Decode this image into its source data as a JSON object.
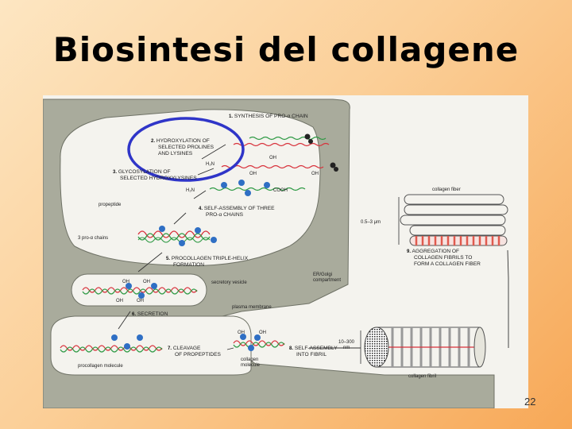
{
  "slide": {
    "title": "Biosintesi del collagene",
    "page_number": "22"
  },
  "diagram": {
    "steps": [
      {
        "num": "1.",
        "text": "SYNTHESIS OF PRO-α CHAIN"
      },
      {
        "num": "2.",
        "lines": [
          "HYDROXYLATION OF",
          "SELECTED PROLINES",
          "AND LYSINES"
        ]
      },
      {
        "num": "3.",
        "lines": [
          "GLYCOSYLATION OF",
          "SELECTED HYDROXYLYSINES"
        ]
      },
      {
        "num": "4.",
        "lines": [
          "SELF-ASSEMBLY OF THREE",
          "PRO-α CHAINS"
        ]
      },
      {
        "num": "5.",
        "lines": [
          "PROCOLLAGEN TRIPLE-HELIX",
          "FORMATION"
        ]
      },
      {
        "num": "6.",
        "text": "SECRETION"
      },
      {
        "num": "7.",
        "lines": [
          "CLEAVAGE",
          "OF PROPEPTIDES"
        ]
      },
      {
        "num": "8.",
        "lines": [
          "SELF-ASSEMBLY",
          "INTO FIBRIL"
        ]
      },
      {
        "num": "9.",
        "lines": [
          "AGGREGATION OF",
          "COLLAGEN FIBRILS TO",
          "FORM A COLLAGEN FIBER"
        ]
      }
    ],
    "labels": {
      "propeptide": "propeptide",
      "pro_chains": "3 pro-α chains",
      "er_golgi": [
        "ER/Golgi",
        "compartment"
      ],
      "secretory_vesicle": "secretory vesicle",
      "plasma_membrane": "plasma membrane",
      "procollagen_molecule": "procollagen molecule",
      "collagen_molecule": [
        "collagen",
        "molecule"
      ],
      "collagen_fibril": "collagen fibril",
      "collagen_fiber": "collagen fiber",
      "fiber_size": "0.5–3 μm",
      "fibril_size": [
        "10–300",
        "nm"
      ],
      "oh": "OH",
      "h2n": "H₂N",
      "cooh": "COOH"
    },
    "colors": {
      "cell": "#a9ab9c",
      "cell_edge": "#6f7266",
      "nucleus": "#f4f3ee",
      "chain_red": "#d8323c",
      "chain_green": "#2f9a45",
      "sugar_blue": "#2f6fc4",
      "highlight_ellipse": "#2f35c8",
      "fiber_stripe": "#e05a4e"
    }
  }
}
